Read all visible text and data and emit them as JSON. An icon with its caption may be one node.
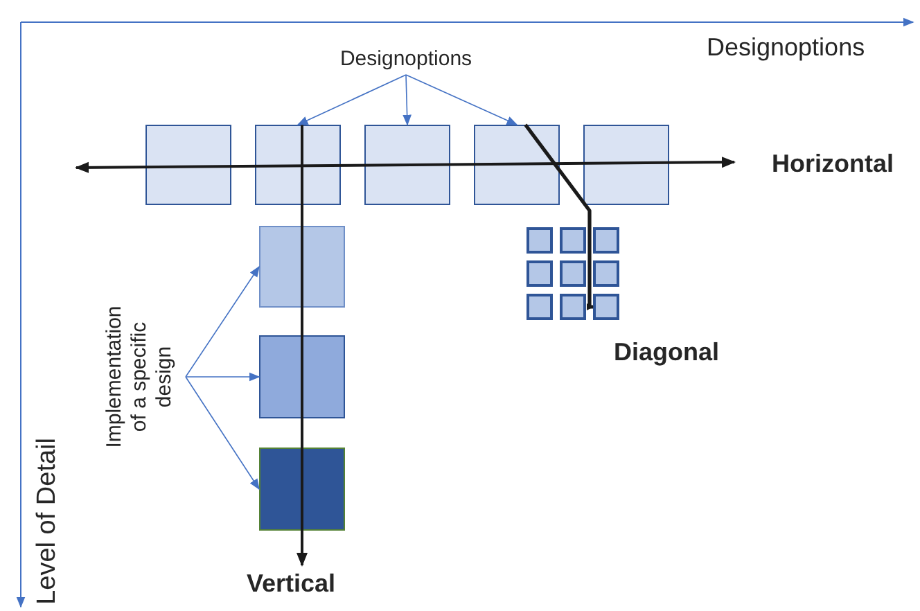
{
  "diagram": {
    "nodes": [
      {
        "text": [
          "Designoptions"
        ]
      },
      {
        "text": [],
        "shape": "box"
      },
      {
        "text": [],
        "shape": "box"
      },
      {
        "text": [],
        "shape": "box"
      },
      {
        "text": [],
        "shape": "box"
      },
      {
        "text": [],
        "shape": "box"
      },
      {
        "text": [
          "Implementation of a specific design"
        ]
      },
      {
        "text": [],
        "shape": "box"
      },
      {
        "text": [],
        "shape": "box"
      },
      {
        "text": [],
        "shape": "box"
      },
      {
        "text": [],
        "shape": "box"
      },
      {
        "text": [],
        "shape": "box"
      },
      {
        "text": [],
        "shape": "box"
      },
      {
        "text": [],
        "shape": "box"
      },
      {
        "text": [],
        "shape": "box"
      },
      {
        "text": [],
        "shape": "box"
      },
      {
        "text": [],
        "shape": "box"
      },
      {
        "text": [],
        "shape": "box"
      },
      {
        "text": [],
        "shape": "box"
      }
    ],
    "edges": [
      {
        "from": 0,
        "to": 2,
        "arrow": "to"
      },
      {
        "from": 0,
        "to": 3,
        "arrow": "to"
      },
      {
        "from": 0,
        "to": 4,
        "arrow": "to"
      },
      {
        "from": 6,
        "to": 7,
        "arrow": "to"
      },
      {
        "from": 6,
        "to": 8,
        "arrow": "to"
      },
      {
        "from": 6,
        "to": 9,
        "arrow": "to"
      },
      {
        "from": 4,
        "to": 18,
        "arrow": "to",
        "style": "thick",
        "color": "#1a1a1a"
      }
    ],
    "labels": [
      "Designoptions",
      "Horizontal",
      "Diagonal",
      "Vertical",
      "Level of Detail"
    ]
  }
}
